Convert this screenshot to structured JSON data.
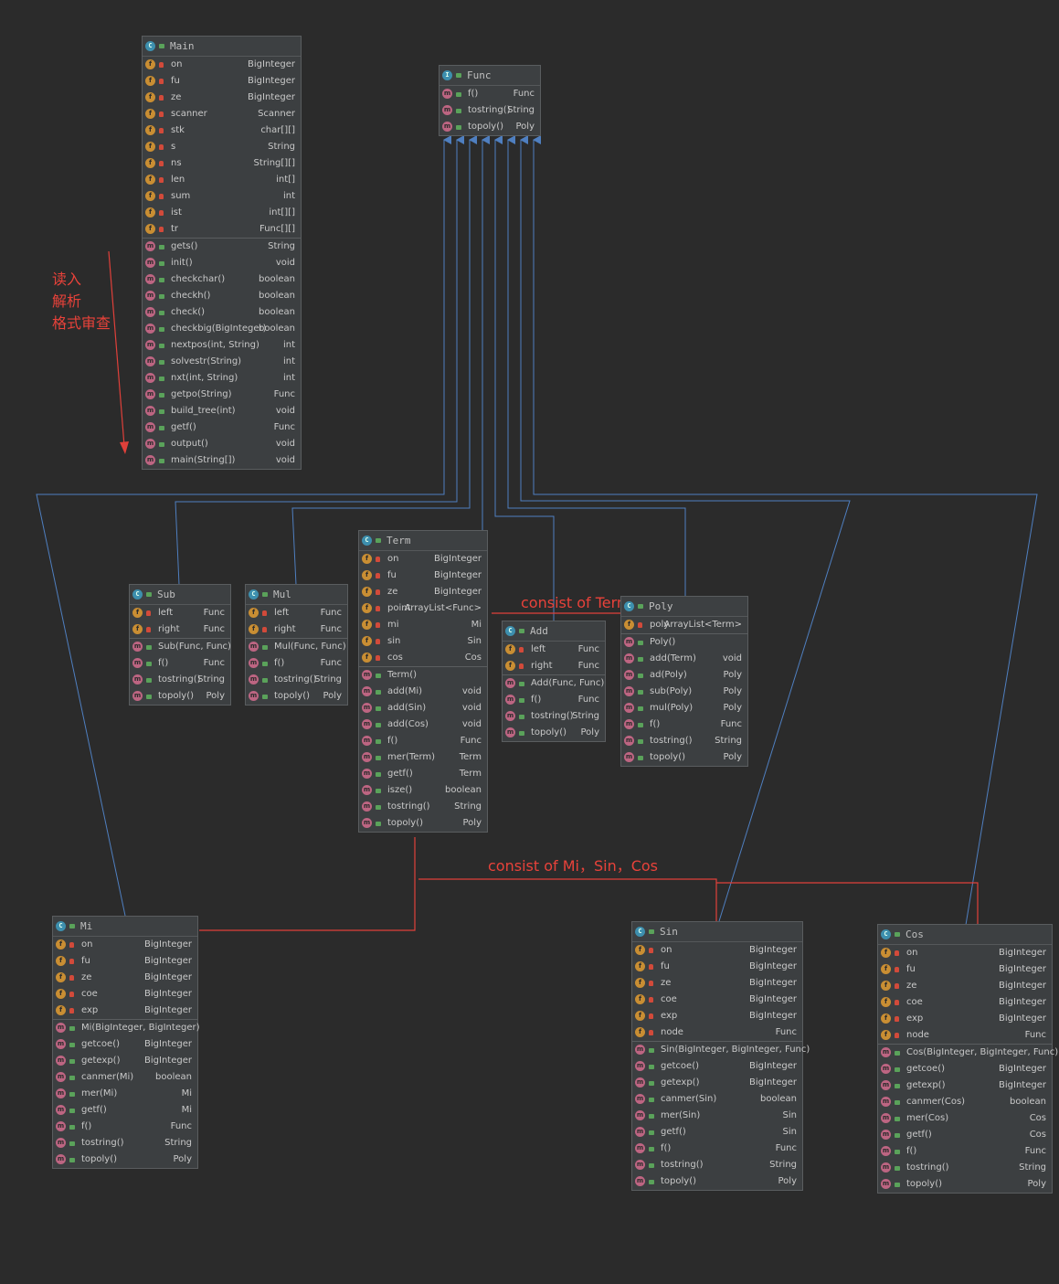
{
  "notes": {
    "main_purpose": [
      "读入",
      "解析",
      "格式审查"
    ],
    "consist_term": "consist of Term",
    "consist_parts": "consist of Mi，Sin，Cos"
  },
  "colors": {
    "inherit_line": "#4f7fc0",
    "note_red": "#e8423a",
    "field_icon": "#c98e33",
    "method_icon": "#bd6582",
    "class_icon": "#3d8fae"
  },
  "classes": {
    "main": {
      "name": "Main",
      "fields": [
        {
          "name": "on",
          "type": "BigInteger"
        },
        {
          "name": "fu",
          "type": "BigInteger"
        },
        {
          "name": "ze",
          "type": "BigInteger"
        },
        {
          "name": "scanner",
          "type": "Scanner"
        },
        {
          "name": "stk",
          "type": "char[][]"
        },
        {
          "name": "s",
          "type": "String"
        },
        {
          "name": "ns",
          "type": "String[][]"
        },
        {
          "name": "len",
          "type": "int[]"
        },
        {
          "name": "sum",
          "type": "int"
        },
        {
          "name": "ist",
          "type": "int[][]"
        },
        {
          "name": "tr",
          "type": "Func[][]"
        }
      ],
      "methods": [
        {
          "name": "gets()",
          "type": "String"
        },
        {
          "name": "init()",
          "type": "void"
        },
        {
          "name": "checkchar()",
          "type": "boolean"
        },
        {
          "name": "checkh()",
          "type": "boolean"
        },
        {
          "name": "check()",
          "type": "boolean"
        },
        {
          "name": "checkbig(BigInteger)",
          "type": "boolean"
        },
        {
          "name": "nextpos(int, String)",
          "type": "int"
        },
        {
          "name": "solvestr(String)",
          "type": "int"
        },
        {
          "name": "nxt(int, String)",
          "type": "int"
        },
        {
          "name": "getpo(String)",
          "type": "Func"
        },
        {
          "name": "build_tree(int)",
          "type": "void"
        },
        {
          "name": "getf()",
          "type": "Func"
        },
        {
          "name": "output()",
          "type": "void"
        },
        {
          "name": "main(String[])",
          "type": "void"
        }
      ]
    },
    "func": {
      "name": "Func",
      "methods": [
        {
          "name": "f()",
          "type": "Func"
        },
        {
          "name": "tostring()",
          "type": "String"
        },
        {
          "name": "topoly()",
          "type": "Poly"
        }
      ]
    },
    "sub": {
      "name": "Sub",
      "fields": [
        {
          "name": "left",
          "type": "Func"
        },
        {
          "name": "right",
          "type": "Func"
        }
      ],
      "methods": [
        {
          "name": "Sub(Func, Func)",
          "type": ""
        },
        {
          "name": "f()",
          "type": "Func"
        },
        {
          "name": "tostring()",
          "type": "String"
        },
        {
          "name": "topoly()",
          "type": "Poly"
        }
      ]
    },
    "mul": {
      "name": "Mul",
      "fields": [
        {
          "name": "left",
          "type": "Func"
        },
        {
          "name": "right",
          "type": "Func"
        }
      ],
      "methods": [
        {
          "name": "Mul(Func, Func)",
          "type": ""
        },
        {
          "name": "f()",
          "type": "Func"
        },
        {
          "name": "tostring()",
          "type": "String"
        },
        {
          "name": "topoly()",
          "type": "Poly"
        }
      ]
    },
    "term": {
      "name": "Term",
      "fields": [
        {
          "name": "on",
          "type": "BigInteger"
        },
        {
          "name": "fu",
          "type": "BigInteger"
        },
        {
          "name": "ze",
          "type": "BigInteger"
        },
        {
          "name": "point",
          "type": "ArrayList<Func>"
        },
        {
          "name": "mi",
          "type": "Mi"
        },
        {
          "name": "sin",
          "type": "Sin"
        },
        {
          "name": "cos",
          "type": "Cos"
        }
      ],
      "methods": [
        {
          "name": "Term()",
          "type": ""
        },
        {
          "name": "add(Mi)",
          "type": "void"
        },
        {
          "name": "add(Sin)",
          "type": "void"
        },
        {
          "name": "add(Cos)",
          "type": "void"
        },
        {
          "name": "f()",
          "type": "Func"
        },
        {
          "name": "mer(Term)",
          "type": "Term"
        },
        {
          "name": "getf()",
          "type": "Term"
        },
        {
          "name": "isze()",
          "type": "boolean"
        },
        {
          "name": "tostring()",
          "type": "String"
        },
        {
          "name": "topoly()",
          "type": "Poly"
        }
      ]
    },
    "add": {
      "name": "Add",
      "fields": [
        {
          "name": "left",
          "type": "Func"
        },
        {
          "name": "right",
          "type": "Func"
        }
      ],
      "methods": [
        {
          "name": "Add(Func, Func)",
          "type": ""
        },
        {
          "name": "f()",
          "type": "Func"
        },
        {
          "name": "tostring()",
          "type": "String"
        },
        {
          "name": "topoly()",
          "type": "Poly"
        }
      ]
    },
    "poly": {
      "name": "Poly",
      "fields": [
        {
          "name": "poly",
          "type": "ArrayList<Term>"
        }
      ],
      "methods": [
        {
          "name": "Poly()",
          "type": ""
        },
        {
          "name": "add(Term)",
          "type": "void"
        },
        {
          "name": "ad(Poly)",
          "type": "Poly"
        },
        {
          "name": "sub(Poly)",
          "type": "Poly"
        },
        {
          "name": "mul(Poly)",
          "type": "Poly"
        },
        {
          "name": "f()",
          "type": "Func"
        },
        {
          "name": "tostring()",
          "type": "String"
        },
        {
          "name": "topoly()",
          "type": "Poly"
        }
      ]
    },
    "mi": {
      "name": "Mi",
      "fields": [
        {
          "name": "on",
          "type": "BigInteger"
        },
        {
          "name": "fu",
          "type": "BigInteger"
        },
        {
          "name": "ze",
          "type": "BigInteger"
        },
        {
          "name": "coe",
          "type": "BigInteger"
        },
        {
          "name": "exp",
          "type": "BigInteger"
        }
      ],
      "methods": [
        {
          "name": "Mi(BigInteger, BigInteger)",
          "type": ""
        },
        {
          "name": "getcoe()",
          "type": "BigInteger"
        },
        {
          "name": "getexp()",
          "type": "BigInteger"
        },
        {
          "name": "canmer(Mi)",
          "type": "boolean"
        },
        {
          "name": "mer(Mi)",
          "type": "Mi"
        },
        {
          "name": "getf()",
          "type": "Mi"
        },
        {
          "name": "f()",
          "type": "Func"
        },
        {
          "name": "tostring()",
          "type": "String"
        },
        {
          "name": "topoly()",
          "type": "Poly"
        }
      ]
    },
    "sin": {
      "name": "Sin",
      "fields": [
        {
          "name": "on",
          "type": "BigInteger"
        },
        {
          "name": "fu",
          "type": "BigInteger"
        },
        {
          "name": "ze",
          "type": "BigInteger"
        },
        {
          "name": "coe",
          "type": "BigInteger"
        },
        {
          "name": "exp",
          "type": "BigInteger"
        },
        {
          "name": "node",
          "type": "Func"
        }
      ],
      "methods": [
        {
          "name": "Sin(BigInteger, BigInteger, Func)",
          "type": ""
        },
        {
          "name": "getcoe()",
          "type": "BigInteger"
        },
        {
          "name": "getexp()",
          "type": "BigInteger"
        },
        {
          "name": "canmer(Sin)",
          "type": "boolean"
        },
        {
          "name": "mer(Sin)",
          "type": "Sin"
        },
        {
          "name": "getf()",
          "type": "Sin"
        },
        {
          "name": "f()",
          "type": "Func"
        },
        {
          "name": "tostring()",
          "type": "String"
        },
        {
          "name": "topoly()",
          "type": "Poly"
        }
      ]
    },
    "cos": {
      "name": "Cos",
      "fields": [
        {
          "name": "on",
          "type": "BigInteger"
        },
        {
          "name": "fu",
          "type": "BigInteger"
        },
        {
          "name": "ze",
          "type": "BigInteger"
        },
        {
          "name": "coe",
          "type": "BigInteger"
        },
        {
          "name": "exp",
          "type": "BigInteger"
        },
        {
          "name": "node",
          "type": "Func"
        }
      ],
      "methods": [
        {
          "name": "Cos(BigInteger, BigInteger, Func)",
          "type": ""
        },
        {
          "name": "getcoe()",
          "type": "BigInteger"
        },
        {
          "name": "getexp()",
          "type": "BigInteger"
        },
        {
          "name": "canmer(Cos)",
          "type": "boolean"
        },
        {
          "name": "mer(Cos)",
          "type": "Cos"
        },
        {
          "name": "getf()",
          "type": "Cos"
        },
        {
          "name": "f()",
          "type": "Func"
        },
        {
          "name": "tostring()",
          "type": "String"
        },
        {
          "name": "topoly()",
          "type": "Poly"
        }
      ]
    }
  }
}
